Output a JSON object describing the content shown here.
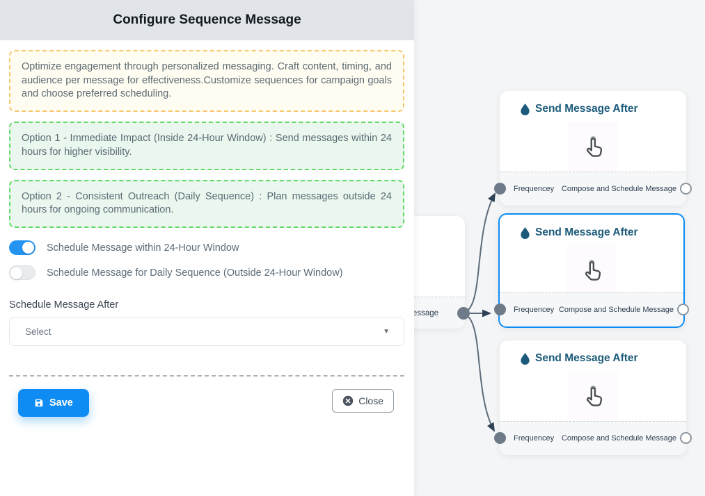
{
  "panel": {
    "title": "Configure Sequence Message",
    "info_box": "Optimize engagement through personalized messaging. Craft content, timing, and audience per message for effectiveness.Customize sequences for campaign goals and choose preferred scheduling.",
    "option1": "Option 1 - Immediate Impact (Inside 24-Hour Window) : Send messages within 24 hours for higher visibility.",
    "option2": "Option 2 - Consistent Outreach (Daily Sequence) : Plan messages outside 24 hours for ongoing communication.",
    "toggles": [
      {
        "label": "Schedule Message within 24-Hour Window",
        "state": "on"
      },
      {
        "label": "Schedule Message for Daily Sequence (Outside 24-Hour Window)",
        "state": "off"
      }
    ],
    "schedule_after": {
      "label": "Schedule Message After",
      "value": "Select"
    },
    "save_label": "Save",
    "close_label": "Close"
  },
  "flow": {
    "partial_node": {
      "footer_fragment": "ce Message"
    },
    "nodes": [
      {
        "title": "Send Message After",
        "handle_left": "Frequencey",
        "handle_right": "Compose and Schedule Message",
        "selected": false
      },
      {
        "title": "Send Message After",
        "handle_left": "Frequencey",
        "handle_right": "Compose and Schedule Message",
        "selected": true
      },
      {
        "title": "Send Message After",
        "handle_left": "Frequencey",
        "handle_right": "Compose and Schedule Message",
        "selected": false
      }
    ],
    "icons": {
      "node_header": "droplet-icon",
      "node_body": "tap-hand-icon",
      "save": "floppy-icon",
      "close": "circle-x-icon",
      "select": "chevron-down-icon"
    },
    "colors": {
      "selected_border": "#0d8cf4",
      "toggle_on": "#2494f2",
      "save_button": "#0f8cf3",
      "edge": "#5e6c7b",
      "arrowhead": "#2e4254",
      "node_title": "#1b5a7a",
      "yellow_border": "#f7c76e",
      "green_border": "#63d863"
    }
  }
}
